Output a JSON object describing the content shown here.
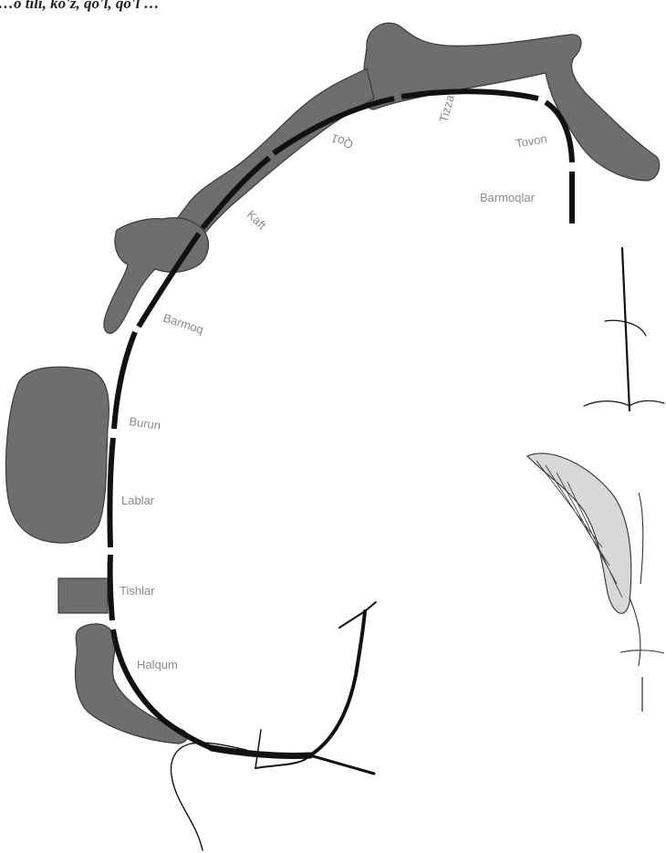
{
  "header_text": "…ó tili, ko'z, qo'l, qo'l …",
  "labels": {
    "barmoqlar": "Barmoqlar",
    "tovon": "Tovon",
    "tizza": "Tizza",
    "qo1": "Qo1",
    "kaft": "Kaft",
    "barmoq": "Barmoq",
    "burun": "Burun",
    "lablar": "Lablar",
    "tishlar": "Tishlar",
    "halqum": "Halqum"
  },
  "colors": {
    "figure": "#6e6e6e",
    "band": "#111111",
    "label": "#8a8a8a"
  }
}
